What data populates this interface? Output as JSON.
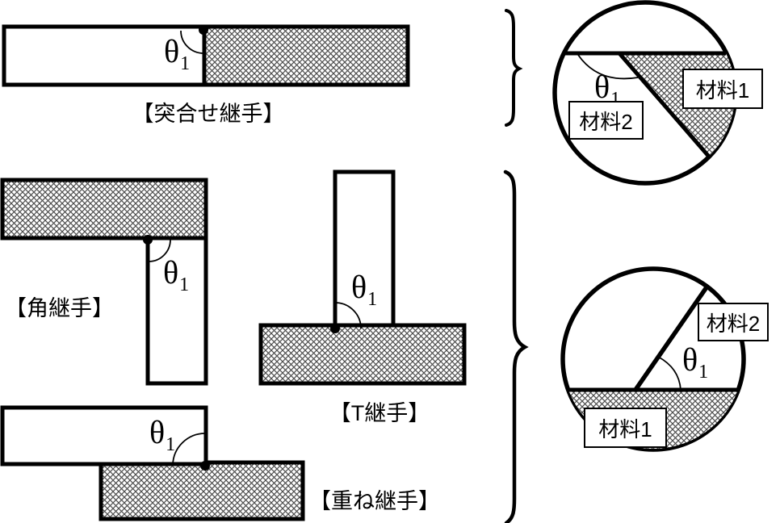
{
  "figure": {
    "description": "Diagram of weld joint types, each joint angle magnified in circular detail views showing two joined materials and angle theta-1"
  },
  "angle": {
    "symbol": "θ",
    "subscript": "1"
  },
  "materials": {
    "material1": "材料1",
    "material2": "材料2"
  },
  "joints": {
    "butt": {
      "label": "【突合せ継手】"
    },
    "corner": {
      "label": "【角継手】"
    },
    "tee": {
      "label": "【T継手】"
    },
    "lap": {
      "label": "【重ね継手】"
    }
  },
  "colors": {
    "line": "#000000",
    "background": "#ffffff",
    "hatch_line": "#4d4d4d"
  }
}
